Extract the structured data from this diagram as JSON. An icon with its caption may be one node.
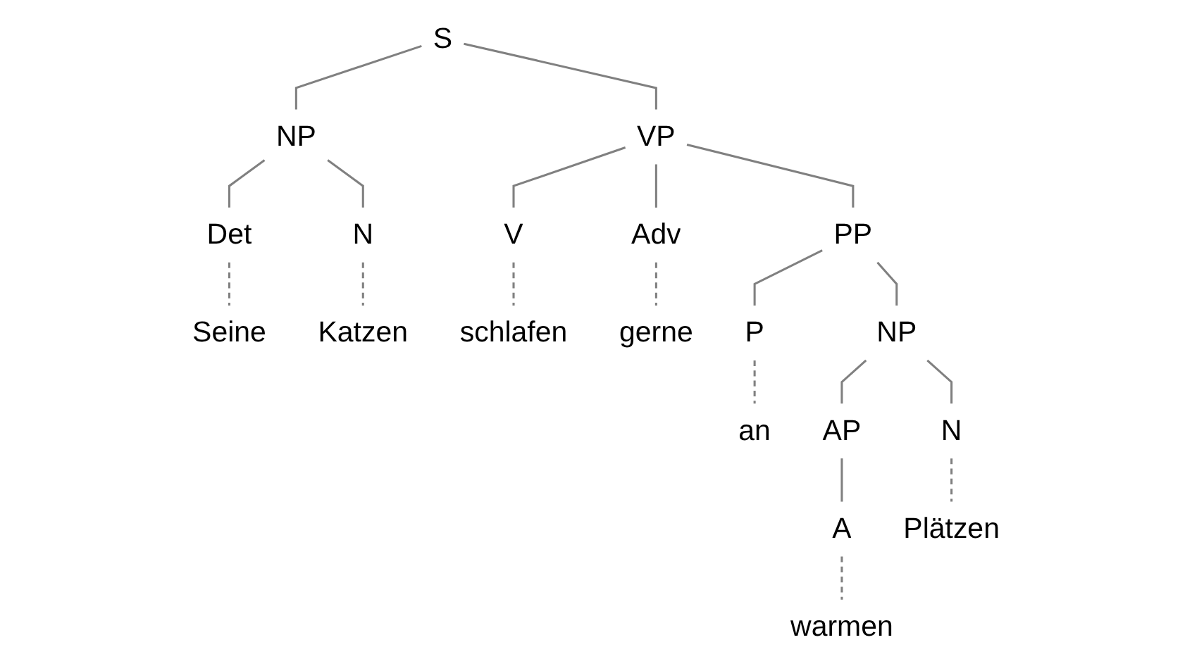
{
  "diagram": {
    "nodes": [
      {
        "text": [
          "S"
        ]
      },
      {
        "text": [
          "NP"
        ]
      },
      {
        "text": [
          "VP"
        ]
      },
      {
        "text": [
          "Det"
        ]
      },
      {
        "text": [
          "N"
        ]
      },
      {
        "text": [
          "V"
        ]
      },
      {
        "text": [
          "Adv"
        ]
      },
      {
        "text": [
          "PP"
        ]
      },
      {
        "text": [
          "Seine"
        ]
      },
      {
        "text": [
          "Katzen"
        ]
      },
      {
        "text": [
          "schlafen"
        ]
      },
      {
        "text": [
          "gerne"
        ]
      },
      {
        "text": [
          "P"
        ]
      },
      {
        "text": [
          "NP"
        ]
      },
      {
        "text": [
          "an"
        ]
      },
      {
        "text": [
          "AP"
        ]
      },
      {
        "text": [
          "N"
        ]
      },
      {
        "text": [
          "A"
        ]
      },
      {
        "text": [
          "Plätzen"
        ]
      },
      {
        "text": [
          "warmen"
        ]
      }
    ],
    "edges": [
      {
        "from": 0,
        "to": 1,
        "arrow": "none"
      },
      {
        "from": 0,
        "to": 2,
        "arrow": "none"
      },
      {
        "from": 1,
        "to": 3,
        "arrow": "none"
      },
      {
        "from": 1,
        "to": 4,
        "arrow": "none"
      },
      {
        "from": 2,
        "to": 5,
        "arrow": "none"
      },
      {
        "from": 2,
        "to": 6,
        "arrow": "none"
      },
      {
        "from": 2,
        "to": 7,
        "arrow": "none"
      },
      {
        "from": 3,
        "to": 8,
        "arrow": "none",
        "style": "dashed"
      },
      {
        "from": 4,
        "to": 9,
        "arrow": "none",
        "style": "dashed"
      },
      {
        "from": 5,
        "to": 10,
        "arrow": "none",
        "style": "dashed"
      },
      {
        "from": 6,
        "to": 11,
        "arrow": "none",
        "style": "dashed"
      },
      {
        "from": 7,
        "to": 12,
        "arrow": "none"
      },
      {
        "from": 7,
        "to": 13,
        "arrow": "none"
      },
      {
        "from": 12,
        "to": 14,
        "arrow": "none",
        "style": "dashed"
      },
      {
        "from": 13,
        "to": 15,
        "arrow": "none"
      },
      {
        "from": 13,
        "to": 16,
        "arrow": "none"
      },
      {
        "from": 15,
        "to": 17,
        "arrow": "none"
      },
      {
        "from": 16,
        "to": 18,
        "arrow": "none",
        "style": "dashed"
      },
      {
        "from": 17,
        "to": 19,
        "arrow": "none",
        "style": "dashed"
      }
    ]
  }
}
